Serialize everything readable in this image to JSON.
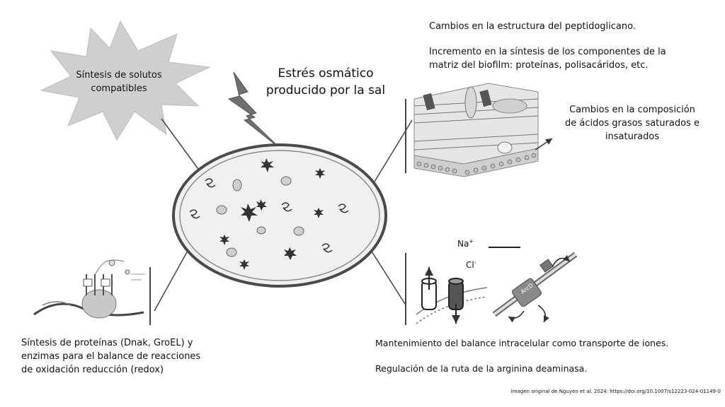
{
  "starburst": {
    "label_line1": "Síntesis de solutos",
    "label_line2": "compatibles"
  },
  "title": {
    "line1": "Estrés osmático",
    "line2": "producido por la sal"
  },
  "top_right": {
    "line1": "Cambios en la estructura del peptidoglicano.",
    "line2": "Incremento en la síntesis de los componentes de la",
    "line3": "matriz del biofilm: proteínas, polisacáridos, etc."
  },
  "membrane_note": {
    "line1": "Cambios en la composición",
    "line2": "de ácidos grasos saturados e",
    "line3": "insaturados"
  },
  "bottom_left": {
    "line1": "Síntesis de proteínas (Dnak, GroEL) y",
    "line2": "enzimas para el balance de reacciones",
    "line3": "de oxidación reducción (redox)"
  },
  "bottom_right": {
    "line1": "Mantenimiento del balance intracelular como transporte de iones.",
    "line2": "Regulación de la ruta de la arginina deaminasa."
  },
  "ion_labels": {
    "sodium": "Na",
    "sodium_sup": "+",
    "chloride": "Cl",
    "chloride_sup": "-"
  },
  "transporter_label": "ArcD",
  "credit": "Imagen original de Nguyen et al. 2024: https://doi.org/10.1007/s12223-024-01149-0"
}
